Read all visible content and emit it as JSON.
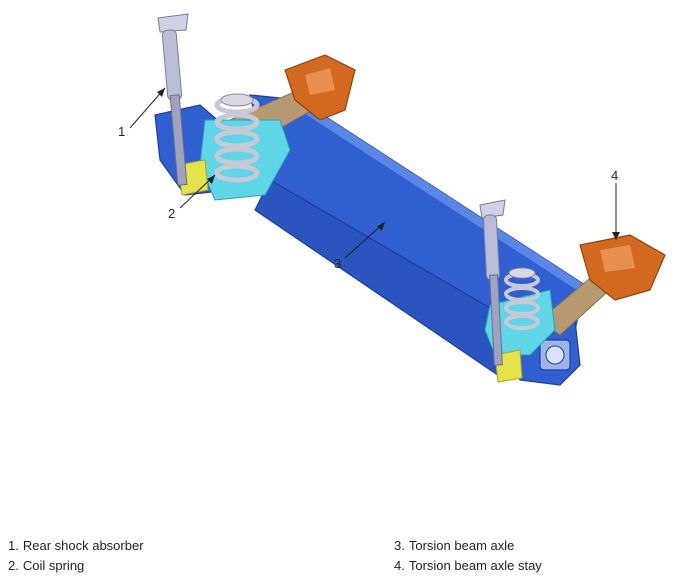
{
  "callouts": [
    {
      "number": "1",
      "label": "Rear shock absorber"
    },
    {
      "number": "2",
      "label": "Coil spring"
    },
    {
      "number": "3",
      "label": "Torsion beam axle"
    },
    {
      "number": "4",
      "label": "Torsion beam axle stay"
    }
  ],
  "colors": {
    "axle_beam": "#2f5fd0",
    "axle_beam_dark": "#1f3f9a",
    "axle_stay": "#d2691e",
    "spring": "#e6e6ee",
    "shock": "#b9bdd6",
    "bracket_cyan": "#5fd6e8",
    "bracket_yellow": "#e6e24a",
    "trailing_arm": "#b89a72"
  }
}
